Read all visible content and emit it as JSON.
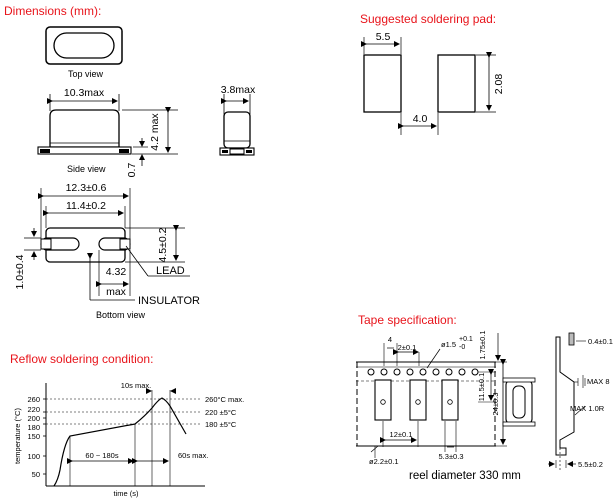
{
  "sections": {
    "dimensions": "Dimensions (mm):",
    "soldering_pad": "Suggested soldering pad:",
    "tape": "Tape specification:",
    "reflow": "Reflow soldering condition:"
  },
  "dimensions": {
    "top_view": "Top view",
    "side_view": "Side view",
    "bottom_view": "Bottom view",
    "width_max": "10.3max",
    "height_max": "4.2 max",
    "depth_max": "3.8max",
    "standoff": "0.7",
    "overall_len": "12.3±0.6",
    "inner_len": "11.4±0.2",
    "body_height": "4.5±0.2",
    "lead_w": "1.0±0.4",
    "lead_len": "4.32",
    "lead_len_max": "max",
    "lead_label": "LEAD",
    "insulator_label": "INSULATOR"
  },
  "pad": {
    "width": "5.5",
    "height": "2.08",
    "gap": "4.0"
  },
  "tape": {
    "pitch_4": "4",
    "hole_2": "2±0.1",
    "hole_dia": "ø1.5",
    "hole_tol_plus": "+0.1",
    "hole_tol_minus": "-0",
    "edge_175": "1.75±0.1",
    "width_115": "11.5±0.1",
    "width_24": "24±0.3",
    "pitch_12": "12±0.1",
    "pocket_53": "5.3±0.3",
    "hole_22": "ø2.2±0.1",
    "thick_04": "0.4±0.1",
    "max8": "MAX 8",
    "max10r": "MAX 1.0R",
    "width_55": "5.5±0.2",
    "reel": "reel diameter 330 mm"
  },
  "reflow": {
    "ylabel": "temperature (°C)",
    "xlabel": "time (s)",
    "y_ticks": [
      "260",
      "220",
      "200",
      "180",
      "150",
      "100",
      "50"
    ],
    "lbl_260": "260°C max.",
    "lbl_220": "220 ±5°C",
    "lbl_180": "180 ±5°C",
    "lbl_10s": "10s max.",
    "lbl_60_180": "60 ~ 180s",
    "lbl_60s": "60s max."
  }
}
